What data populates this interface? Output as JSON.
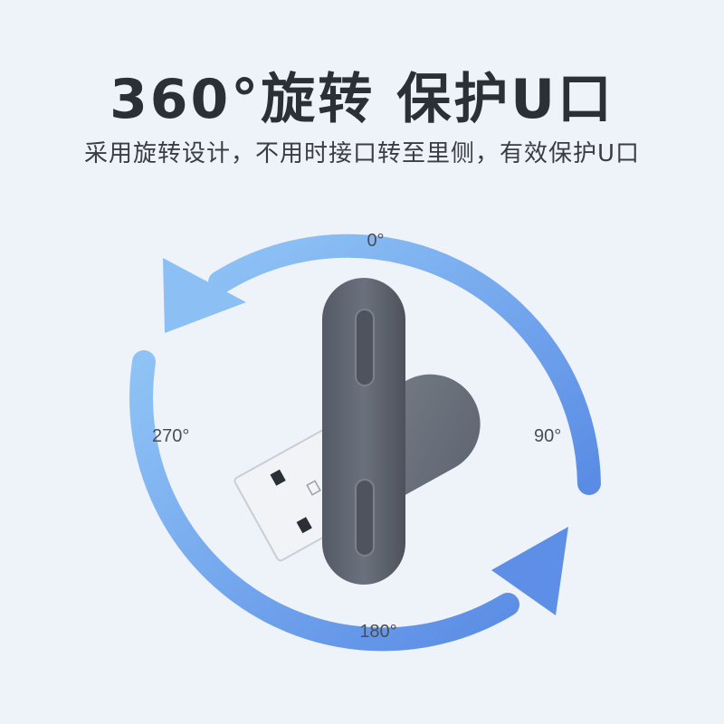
{
  "headline": "360°旋转 保护U口",
  "subline": "采用旋转设计，不用时接口转至里侧，有效保护U口",
  "angles": {
    "top": "0°",
    "right": "90°",
    "bottom": "180°",
    "left": "270°"
  },
  "colors": {
    "background": "#eef3fa",
    "arrow_light": "#8cc0f4",
    "arrow_dark": "#5b8fe6",
    "device_body": "#646a75",
    "connector_metal": "#f1f3f6"
  },
  "icons": {
    "device": "usb-flash-drive-icon",
    "rotation": "rotation-arrows-icon"
  }
}
